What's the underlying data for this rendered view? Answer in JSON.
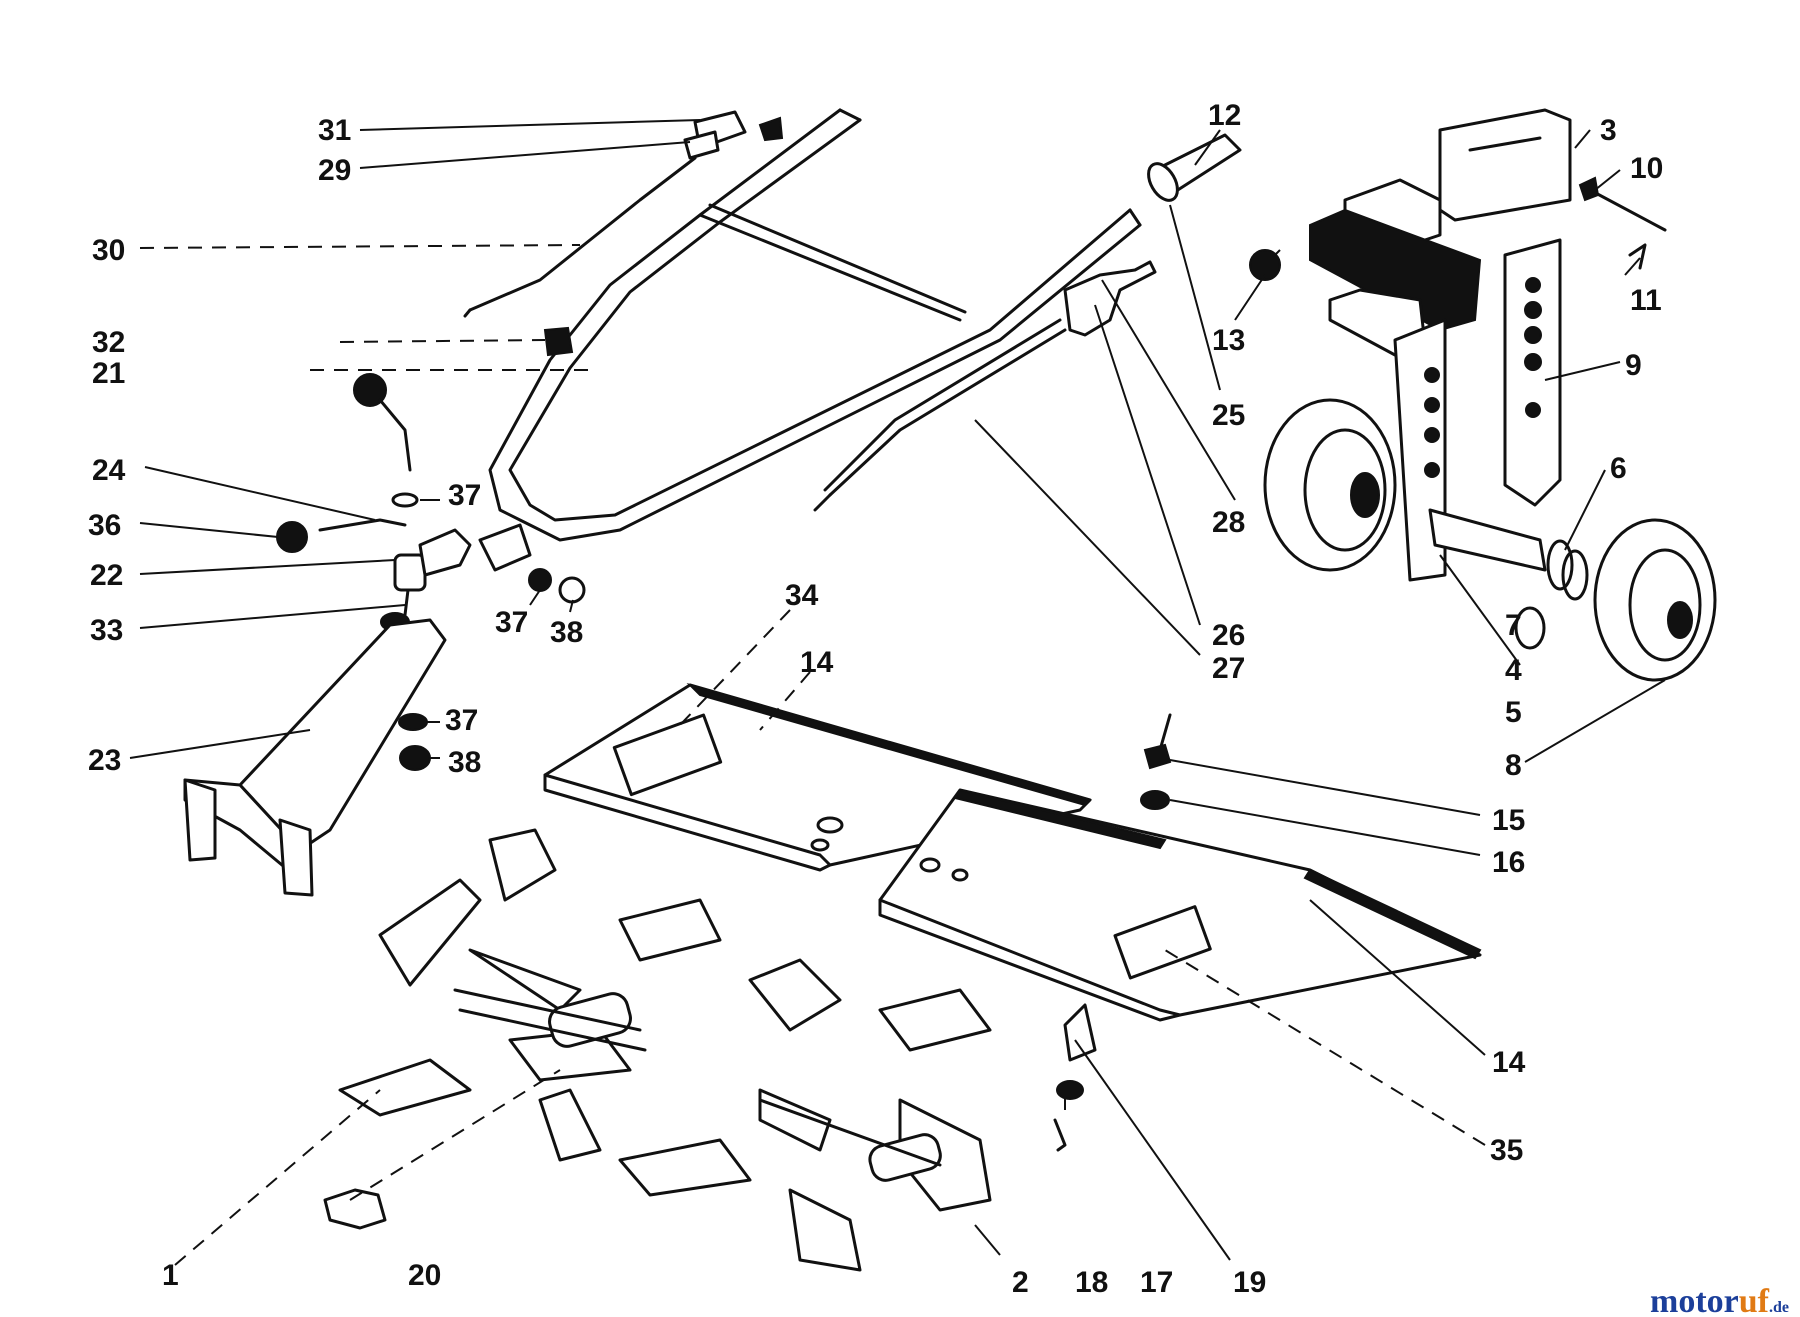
{
  "labels": {
    "l1": "1",
    "l2": "2",
    "l3": "3",
    "l4": "4",
    "l5": "5",
    "l6": "6",
    "l7": "7",
    "l8": "8",
    "l9": "9",
    "l10": "10",
    "l11": "11",
    "l12": "12",
    "l13": "13",
    "l14a": "14",
    "l14b": "14",
    "l15": "15",
    "l16": "16",
    "l17": "17",
    "l18": "18",
    "l19": "19",
    "l20": "20",
    "l21": "21",
    "l22": "22",
    "l23": "23",
    "l24": "24",
    "l25": "25",
    "l26": "26",
    "l27": "27",
    "l28": "28",
    "l29": "29",
    "l30": "30",
    "l31": "31",
    "l32": "32",
    "l33": "33",
    "l34": "34",
    "l35": "35",
    "l36": "36",
    "l37a": "37",
    "l37b": "37",
    "l37c": "37",
    "l38a": "38",
    "l38b": "38"
  },
  "watermark": {
    "brand_motor": "motor",
    "brand_uf": "uf",
    "suffix": ".de"
  },
  "colors": {
    "line": "#111111",
    "watermark_blue": "#1c3f9a",
    "watermark_orange": "#e07a14"
  }
}
